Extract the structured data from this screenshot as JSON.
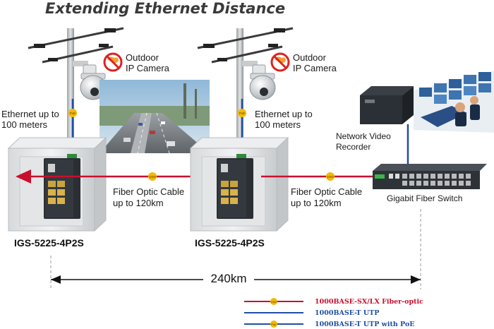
{
  "title": "Extending Ethernet Distance",
  "camera_left": {
    "line1": "Outdoor",
    "line2": "IP Camera",
    "poe_tag": "PoE"
  },
  "camera_right": {
    "line1": "Outdoor",
    "line2": "IP Camera",
    "poe_tag": "PoE"
  },
  "ethernet_left": {
    "line1": "Ethernet up to",
    "line2": "100 meters"
  },
  "ethernet_right": {
    "line1": "Ethernet up to",
    "line2": "100 meters"
  },
  "fiber_left": {
    "line1": "Fiber Optic Cable",
    "line2": "up to 120km",
    "tag": "1000"
  },
  "fiber_right": {
    "line1": "Fiber Optic Cable",
    "line2": "up to 120km",
    "tag": "1000"
  },
  "nvr": {
    "line1": "Network Video",
    "line2": "Recorder"
  },
  "gigabit_switch": {
    "label": "Gigabit Fiber Switch"
  },
  "device_left": {
    "model": "IGS-5225-4P2S"
  },
  "device_right": {
    "model": "IGS-5225-4P2S"
  },
  "distance": {
    "label": "240km"
  },
  "legend": [
    {
      "text": "1000BASE-SX/LX Fiber-optic",
      "color": "#c8102e",
      "tag": "1000"
    },
    {
      "text": "1000BASE-T UTP",
      "color": "#1f4fa3",
      "tag": ""
    },
    {
      "text": "1000BASE-T UTP with PoE",
      "color": "#1f4fa3",
      "tag": "PoE"
    }
  ],
  "colors": {
    "fiber": "#c8102e",
    "utp": "#1f4fa3",
    "title": "#3a3a3a",
    "tag": "#f5b800"
  },
  "icons": [
    "camera-icon",
    "no-weather-icon",
    "utility-pole-icon",
    "industrial-switch-icon",
    "rack-switch-icon",
    "nvr-icon",
    "monitoring-room-icon",
    "highway-photo"
  ]
}
